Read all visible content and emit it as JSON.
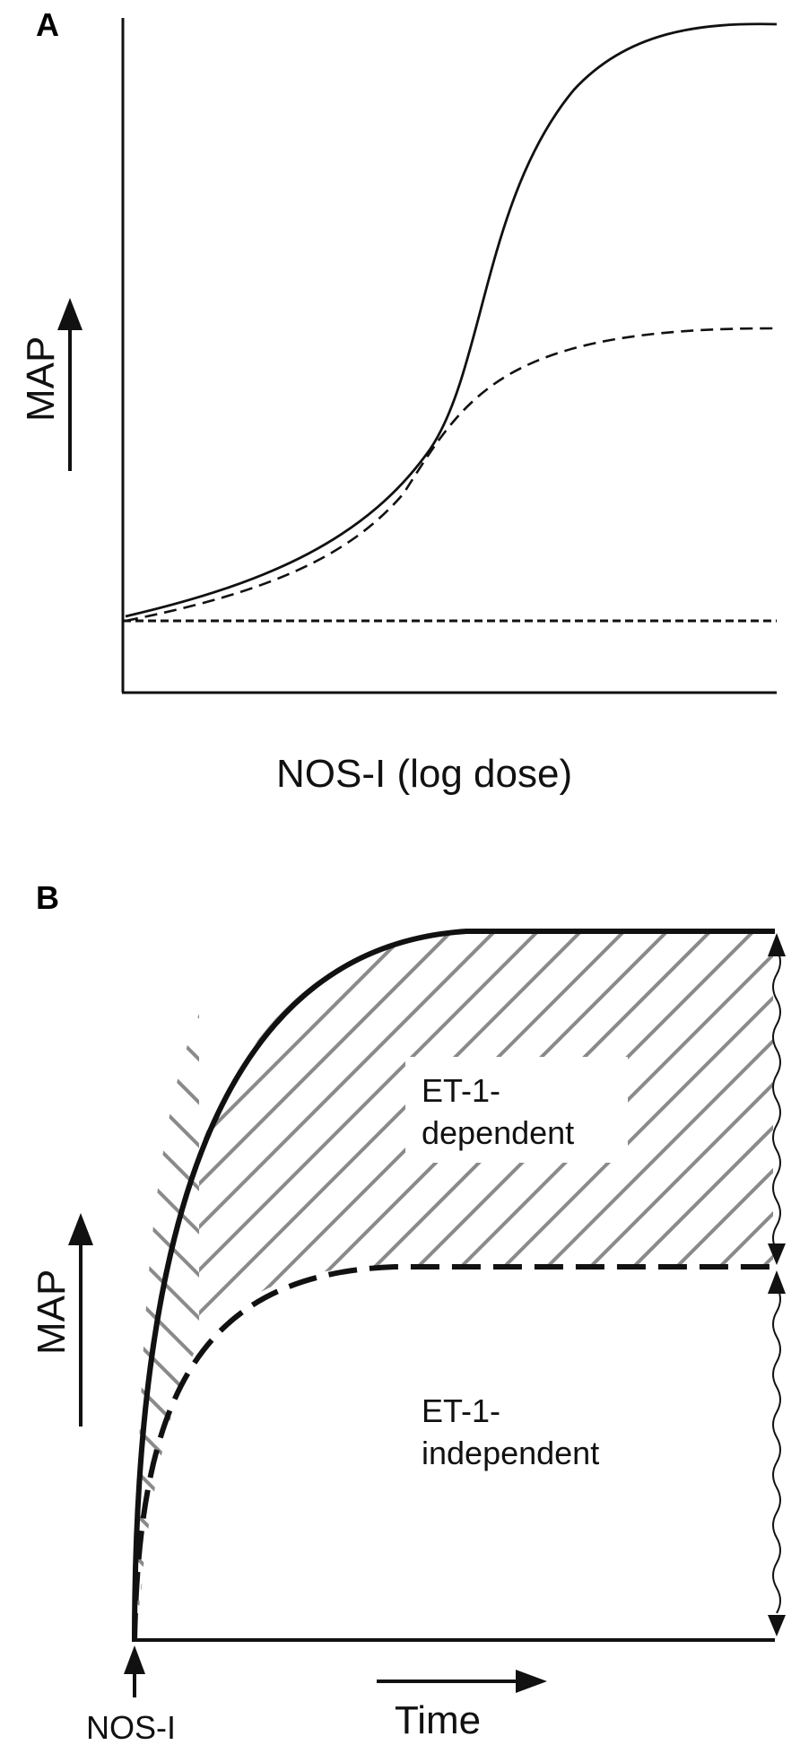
{
  "panel_a": {
    "letter": "A",
    "y_label": "MAP",
    "x_label": "NOS-I (log dose)"
  },
  "panel_b": {
    "letter": "B",
    "y_label": "MAP",
    "x_label": "Time",
    "start_label": "NOS-I",
    "upper_region": {
      "line1": "ET-1-",
      "line2": "dependent"
    },
    "lower_region": {
      "line1": "ET-1-",
      "line2": "independent"
    }
  },
  "colors": {
    "ink": "#111111",
    "hatch": "#8a8a8a",
    "background": "#ffffff"
  }
}
